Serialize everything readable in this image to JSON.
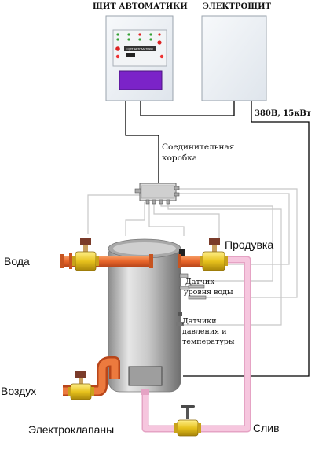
{
  "labels": {
    "automation_panel": "ЩИТ АВТОМАТИКИ",
    "electrical_panel": "ЭЛЕКТРОЩИТ",
    "power_rating": "380В, 15кВт",
    "junction_box_line1": "Соединительная",
    "junction_box_line2": "коробка",
    "purge": "Продувка",
    "water": "Вода",
    "water_level_sensor_line1": "Датчик",
    "water_level_sensor_line2": "уровня воды",
    "pt_sensors_line1": "Датчики",
    "pt_sensors_line2": "давления и",
    "pt_sensors_line3": "температуры",
    "air": "Воздух",
    "solenoid_valves": "Электроклапаны",
    "drain": "Слив"
  },
  "controller_plate": "ЩИТ АВТОМАТИКИ",
  "colors": {
    "panel_fill": "#eef2f6",
    "controller_display": "#7b23c8",
    "hot_pipe": "#f07a3c",
    "drain_pipe": "#f6c2dc",
    "valve": "#e7c21d",
    "tank_metal": "#b9b9b9",
    "wire": "#000000",
    "signal_wire": "#c8c8c8"
  }
}
